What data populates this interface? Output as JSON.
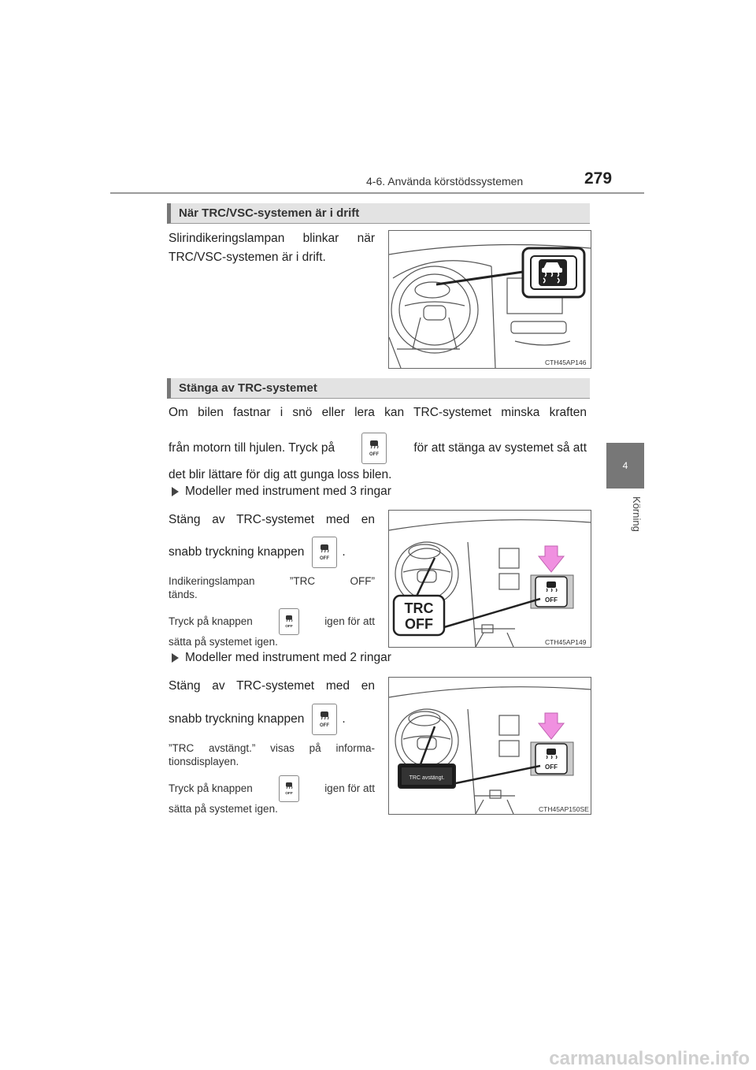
{
  "header": {
    "chapter_title": "4-6. Använda körstödssystemen",
    "page_number": "279"
  },
  "side_tab": {
    "number": "4",
    "label": "Körning"
  },
  "section1": {
    "title": "När TRC/VSC-systemen är i drift",
    "line1": "Slirindikeringslampan blinkar när",
    "line2": "TRC/VSC-systemen är i drift.",
    "figure_code": "CTH45AP146"
  },
  "section2": {
    "title": "Stänga av TRC-systemet",
    "intro_line1": "Om bilen fastnar i snö eller lera kan TRC-systemet minska kraften",
    "intro_line2a": "från motorn till hjulen. Tryck på",
    "intro_line2b": "för att stänga av systemet så att",
    "intro_line3": "det blir lättare för dig att gunga loss bilen.",
    "model_a": {
      "heading": "Modeller med instrument med 3 ringar",
      "line1": "Stäng av TRC-systemet med en",
      "line2": "snabb tryckning knappen",
      "line2_end": ".",
      "note1_line1": "Indikeringslampan ”TRC OFF”",
      "note1_line2": "tänds.",
      "note2_a": "Tryck på knappen",
      "note2_b": "igen för att",
      "note2_line2": "sätta på systemet igen.",
      "figure_code": "CTH45AP149",
      "callout_line1": "TRC",
      "callout_line2": "OFF"
    },
    "model_b": {
      "heading": "Modeller med instrument med 2 ringar",
      "line1": "Stäng av TRC-systemet med en",
      "line2": "snabb tryckning knappen",
      "line2_end": ".",
      "note1_line1": "”TRC avstängt.” visas på informa-",
      "note1_line2": "tionsdisplayen.",
      "note2_a": "Tryck på knappen",
      "note2_b": "igen för att",
      "note2_line2": "sätta på systemet igen.",
      "figure_code": "CTH45AP150SE",
      "display_text": "TRC avstängt."
    }
  },
  "button_icon_text": "OFF",
  "watermark": "carmanualsonline.info",
  "colors": {
    "accent_pink": "#f090e0",
    "section_bg": "#e3e3e3",
    "tab_bg": "#777777"
  }
}
